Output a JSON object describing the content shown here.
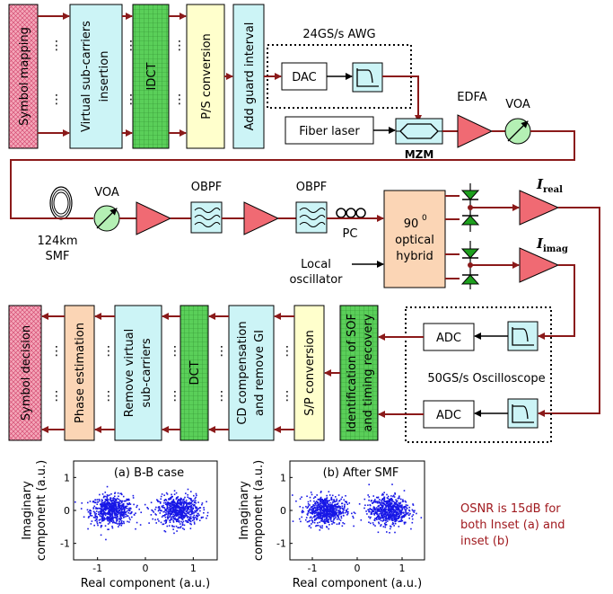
{
  "tx": {
    "blocks": [
      "Symbol mapping",
      "Virtual sub-carriers insertion",
      "IDCT",
      "P/S conversion",
      "Add guard interval"
    ],
    "dots": "⋮",
    "awg_label": "24GS/s AWG",
    "dac": "DAC",
    "fiber_laser": "Fiber laser",
    "mzm": "MZM",
    "edfa": "EDFA",
    "voa": "VOA"
  },
  "link": {
    "voa": "VOA",
    "obpf1": "OBPF",
    "obpf2": "OBPF",
    "pc": "PC",
    "smf_line1": "124km",
    "smf_line2": "SMF"
  },
  "rx": {
    "hybrid_line1": "90",
    "hybrid_sup": "0",
    "hybrid_line2": "optical",
    "hybrid_line3": "hybrid",
    "lo_line1": "Local",
    "lo_line2": "oscillator",
    "i_real_main": "I",
    "i_real_sub": "real",
    "i_imag_main": "I",
    "i_imag_sub": "imag",
    "adc1": "ADC",
    "adc2": "ADC",
    "scope_label": "50GS/s Oscilloscope",
    "blocks": [
      "Symbol decision",
      "Phase estimation",
      "Remove virtual sub-carriers",
      "DCT",
      "CD compensation and remove GI",
      "S/P conversion",
      "Identification of SOF and timing recovery"
    ]
  },
  "insets": [
    {
      "title": "(a) B-B case",
      "ylabel": [
        "Imaginary",
        "component (a.u.)"
      ],
      "xlabel": "Real component (a.u.)",
      "xticks": [
        "-1",
        "0",
        "1"
      ],
      "yticks": [
        "1",
        "0",
        "-1"
      ]
    },
    {
      "title": "(b) After SMF",
      "ylabel": [
        "Imaginary",
        "component (a.u.)"
      ],
      "xlabel": "Real component (a.u.)",
      "xticks": [
        "-1",
        "0",
        "1"
      ],
      "yticks": [
        "1",
        "0",
        "-1"
      ]
    }
  ],
  "note": [
    "OSNR is 15dB for",
    "both Inset (a) and",
    "inset (b)"
  ],
  "colors": {
    "arrow": "#8B1A1A",
    "pink": "#F4A6B8",
    "pink_hatch": "#D0406A",
    "cyan": "#CCF4F6",
    "green": "#5ACF59",
    "yellow": "#FFFFCC",
    "peach": "#FBD5B5",
    "amp": "#F06A73",
    "voa": "#B4F0B4",
    "diode": "#1EA01E",
    "dots": "#1717E6",
    "note": "#A0191E"
  },
  "chart_data": [
    {
      "type": "scatter",
      "title": "(a) B-B case",
      "xlabel": "Real component (a.u.)",
      "ylabel": "Imaginary component (a.u.)",
      "xlim": [
        -1.5,
        1.5
      ],
      "ylim": [
        -1.5,
        1.5
      ],
      "series": [
        {
          "center": [
            -0.7,
            0.0
          ],
          "spread": [
            0.22,
            0.22
          ]
        },
        {
          "center": [
            0.7,
            0.0
          ],
          "spread": [
            0.22,
            0.22
          ]
        }
      ]
    },
    {
      "type": "scatter",
      "title": "(b) After SMF",
      "xlabel": "Real component (a.u.)",
      "ylabel": "Imaginary component (a.u.)",
      "xlim": [
        -1.5,
        1.5
      ],
      "ylim": [
        -1.5,
        1.5
      ],
      "series": [
        {
          "center": [
            -0.7,
            0.0
          ],
          "spread": [
            0.22,
            0.22
          ]
        },
        {
          "center": [
            0.7,
            0.0
          ],
          "spread": [
            0.22,
            0.22
          ]
        }
      ]
    }
  ]
}
